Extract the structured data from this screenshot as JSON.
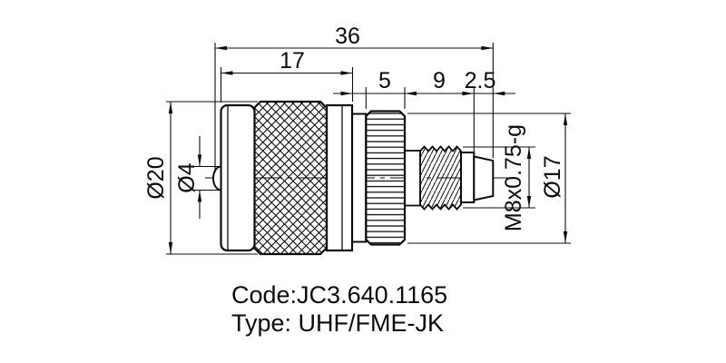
{
  "drawing": {
    "kind": "connector-technical-drawing",
    "colors": {
      "line": "#0c0c0c",
      "background": "#ffffff"
    },
    "dimensions": {
      "overall_length": "36",
      "body_length": "17",
      "ring_length": "5",
      "mid_length": "9",
      "tip_length": "2.5",
      "body_diameter": "Ø20",
      "pin_diameter": "Ø4",
      "ring_diameter": "Ø17",
      "thread_spec": "M8x0.75-g"
    },
    "footer": {
      "code": "Code:JC3.640.1165",
      "type": "Type: UHF/FME-JK"
    }
  }
}
